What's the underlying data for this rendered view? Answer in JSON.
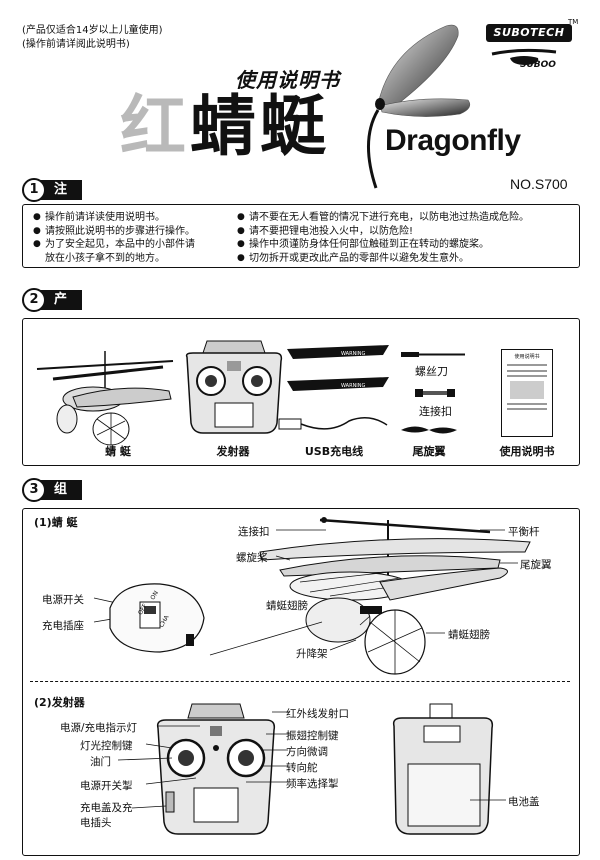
{
  "header": {
    "age_note": "(产品仅适合14岁以上儿童使用)",
    "read_note": "(操作前请详阅此说明书)",
    "brand": "SUBOTECH",
    "tm": "TM",
    "sub_brand": "SUBOO",
    "manual_title": "使用说明书",
    "title_cn_1": "红",
    "title_cn_2": "蜻蜓",
    "title_en": "Dragonfly",
    "model": "NO.S700"
  },
  "section1": {
    "num": "1",
    "title": "注意事项",
    "left_items": [
      "操作前请详读使用说明书。",
      "请按照此说明书的步骤进行操作。",
      "为了安全起见，本品中的小部件请",
      "放在小孩子拿不到的地方。"
    ],
    "right_items": [
      "请不要在无人看管的情况下进行充电，以防电池过热造成危险。",
      "请不要把锂电池投入火中，以防危险!",
      "操作中须谨防身体任何部位触碰到正在转动的螺旋桨。",
      "切勿拆开或更改此产品的零部件以避免发生意外。"
    ]
  },
  "section2": {
    "num": "2",
    "title": "产品配置",
    "items": {
      "dragonfly": "蜻 蜓",
      "transmitter": "发射器",
      "usb": "USB充电线",
      "tail_rotor": "尾旋翼",
      "manual": "使用说明书",
      "screwdriver": "螺丝刀",
      "connector": "连接扣"
    },
    "blade_text": "WARNING",
    "manual_thumb_title": "使用说明书"
  },
  "section3": {
    "num": "3",
    "title": "组件名称",
    "part1": {
      "title": "(1)蜻 蜓",
      "labels": {
        "connector": "连接扣",
        "balance_bar": "平衡杆",
        "propeller": "螺旋桨",
        "tail_rotor": "尾旋翼",
        "power_switch": "电源开关",
        "wing_left": "蜻蜓翅膀",
        "charge_port": "充电插座",
        "wing_right": "蜻蜓翅膀",
        "landing_gear": "升降架"
      },
      "switch_on": "ON",
      "switch_off": "OFF",
      "switch_cha": "CHA"
    },
    "part2": {
      "title": "(2)发射器",
      "labels": {
        "power_indicator": "电源/充电指示灯",
        "ir_emitter": "红外线发射口",
        "light_key": "灯光控制键",
        "flap_key": "振翅控制键",
        "throttle": "油门",
        "direction_trim": "方向微调",
        "rudder": "转向舵",
        "power_key": "电源开关掣",
        "freq_key": "频率选择掣",
        "charge_cover_1": "充电盖及充",
        "charge_cover_2": "电插头",
        "battery_cover": "电池盖"
      }
    }
  }
}
